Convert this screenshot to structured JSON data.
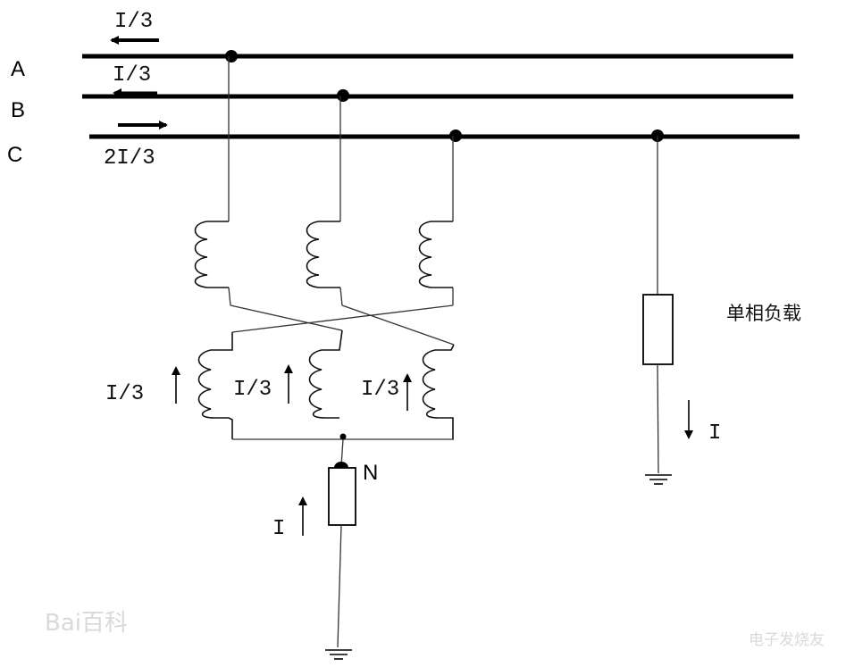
{
  "bus_labels": {
    "a": "A",
    "b": "B",
    "c": "C"
  },
  "current_labels": {
    "bus_a": "I/3",
    "bus_b": "I/3",
    "bus_c": "2I/3",
    "secondary_1": "I/3",
    "secondary_2": "I/3",
    "secondary_3": "I/3",
    "neutral": "I",
    "load": "I"
  },
  "neutral_label": "N",
  "load_label": "单相负载",
  "watermarks": {
    "left": "Bai百科",
    "right": "电子发烧友"
  },
  "colors": {
    "line": "#000000",
    "watermark": "#d9d9d9"
  }
}
